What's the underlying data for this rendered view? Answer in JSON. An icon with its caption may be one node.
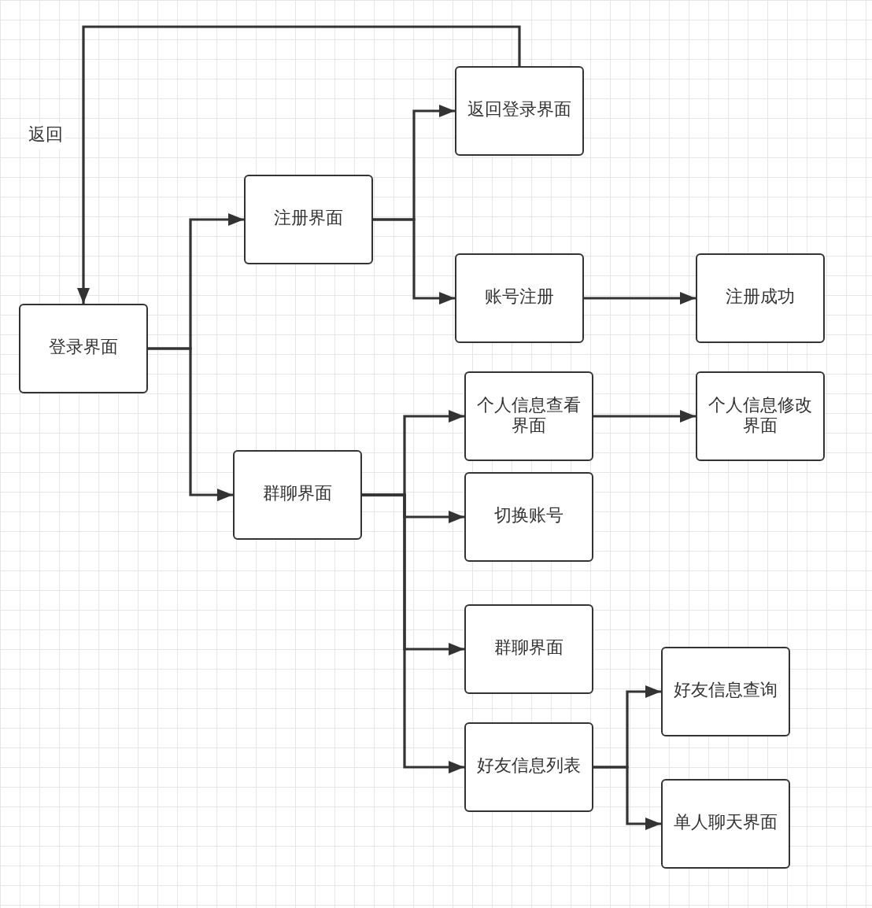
{
  "diagram": {
    "nodes": [
      {
        "text": [
          "登录界面"
        ]
      },
      {
        "text": [
          "注册界面"
        ]
      },
      {
        "text": [
          "返回登录界面"
        ]
      },
      {
        "text": [
          "账号注册"
        ]
      },
      {
        "text": [
          "注册成功"
        ]
      },
      {
        "text": [
          "群聊界面"
        ]
      },
      {
        "text": [
          "个人信息查看界面"
        ]
      },
      {
        "text": [
          "个人信息修改界面"
        ]
      },
      {
        "text": [
          "切换账号"
        ]
      },
      {
        "text": [
          "群聊界面"
        ]
      },
      {
        "text": [
          "好友信息查询"
        ]
      },
      {
        "text": [
          "好友信息列表"
        ]
      },
      {
        "text": [
          "单人聊天界面"
        ]
      }
    ],
    "edges": [
      {
        "from": 2,
        "to": 0,
        "arrow": "to",
        "label": "返回"
      },
      {
        "from": 0,
        "to": 1,
        "arrow": "to"
      },
      {
        "from": 0,
        "to": 5,
        "arrow": "to"
      },
      {
        "from": 1,
        "to": 2,
        "arrow": "to"
      },
      {
        "from": 1,
        "to": 3,
        "arrow": "to"
      },
      {
        "from": 3,
        "to": 4,
        "arrow": "to"
      },
      {
        "from": 5,
        "to": 6,
        "arrow": "to"
      },
      {
        "from": 5,
        "to": 8,
        "arrow": "to"
      },
      {
        "from": 5,
        "to": 9,
        "arrow": "to"
      },
      {
        "from": 5,
        "to": 11,
        "arrow": "to"
      },
      {
        "from": 6,
        "to": 7,
        "arrow": "to"
      },
      {
        "from": 11,
        "to": 10,
        "arrow": "to"
      },
      {
        "from": 11,
        "to": 12,
        "arrow": "to"
      }
    ]
  }
}
